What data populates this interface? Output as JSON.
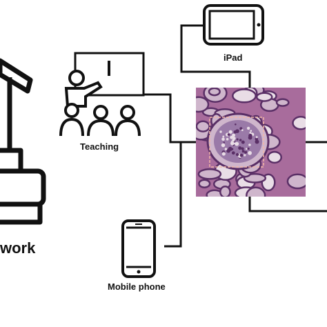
{
  "nodes": {
    "teaching": {
      "label": "Teaching",
      "icon": "teaching-icon"
    },
    "ipad": {
      "label": "iPad",
      "icon": "ipad-icon"
    },
    "mobile": {
      "label": "Mobile phone",
      "icon": "mobile-phone-icon"
    },
    "network": {
      "label_fragment": "work",
      "icon": "microscope-icon"
    },
    "histology": {
      "icon": "histology-slide-image"
    }
  },
  "colors": {
    "line": "#111111",
    "tissue_base": "#a86c9c",
    "tissue_dark": "#5a2f66",
    "tissue_light": "#cfb6cc",
    "tissue_bg": "#e9dde6",
    "roi_box": "#f2b6a6"
  }
}
